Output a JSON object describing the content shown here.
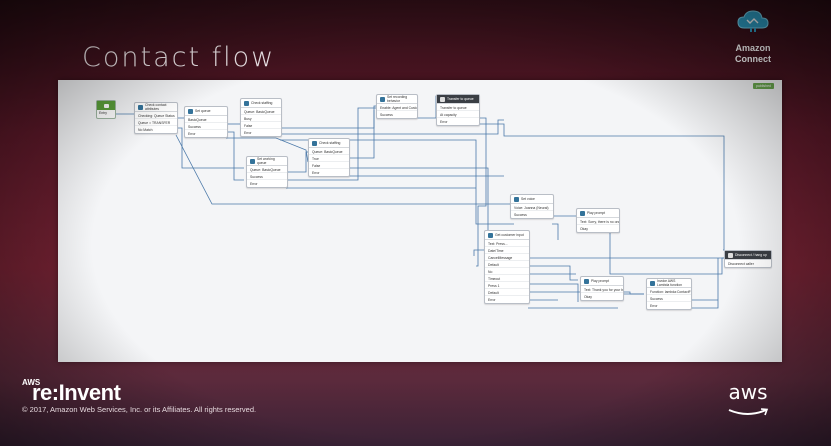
{
  "slide": {
    "title": "Contact flow",
    "brand": {
      "line1": "Amazon",
      "line2": "Connect",
      "icon": "cloud-icon"
    },
    "event": {
      "prefix": "AWS",
      "name": "re:Invent"
    },
    "copyright": "© 2017, Amazon Web Services, Inc. or its Affiliates. All rights reserved.",
    "footer_logo": "aws"
  },
  "flow": {
    "status": "published",
    "entry": {
      "label": "Entry"
    },
    "blocks": [
      {
        "title": "Check contact attributes",
        "rows": [
          "Checking: Queue Status",
          "Queue = TRANSFER",
          "No Match"
        ]
      },
      {
        "title": "Set queue",
        "rows": [
          "BasicQueue",
          "Success",
          "Error"
        ]
      },
      {
        "title": "Check staffing",
        "rows": [
          "Queue: BasicQueue",
          "Busy",
          "False",
          "Error"
        ]
      },
      {
        "title": "Set working queue",
        "rows": [
          "Queue: BasicQueue",
          "Success",
          "Error"
        ]
      },
      {
        "title": "Check staffing",
        "rows": [
          "Queue: BasicQueue",
          "True",
          "False",
          "Error"
        ]
      },
      {
        "title": "Set recording behavior",
        "rows": [
          "Enable: Agent and Customer",
          "Success"
        ]
      },
      {
        "title": "Transfer to queue",
        "rows": [
          "Transfer to queue",
          "At capacity",
          "Error"
        ]
      },
      {
        "title": "Set voice",
        "rows": [
          "Voice: Joanna (Neural)",
          "Success"
        ]
      },
      {
        "title": "Play prompt",
        "rows": [
          "Text: Sorry, there is no one available",
          "Okay"
        ]
      },
      {
        "title": "Get customer input",
        "rows": [
          "Text: Press...",
          "Date/Time",
          "CancelMessage",
          "Default",
          "No",
          "Timeout",
          "Press 1",
          "Default",
          "Error"
        ]
      },
      {
        "title": "Play prompt",
        "rows": [
          "Text: Thank you for your business",
          "Okay"
        ]
      },
      {
        "title": "Invoke AWS Lambda function",
        "rows": [
          "Function: lambda:ContactFunction",
          "Success",
          "Error"
        ]
      },
      {
        "title": "Disconnect / hang up",
        "rows": [
          "Disconnect caller"
        ]
      }
    ]
  }
}
